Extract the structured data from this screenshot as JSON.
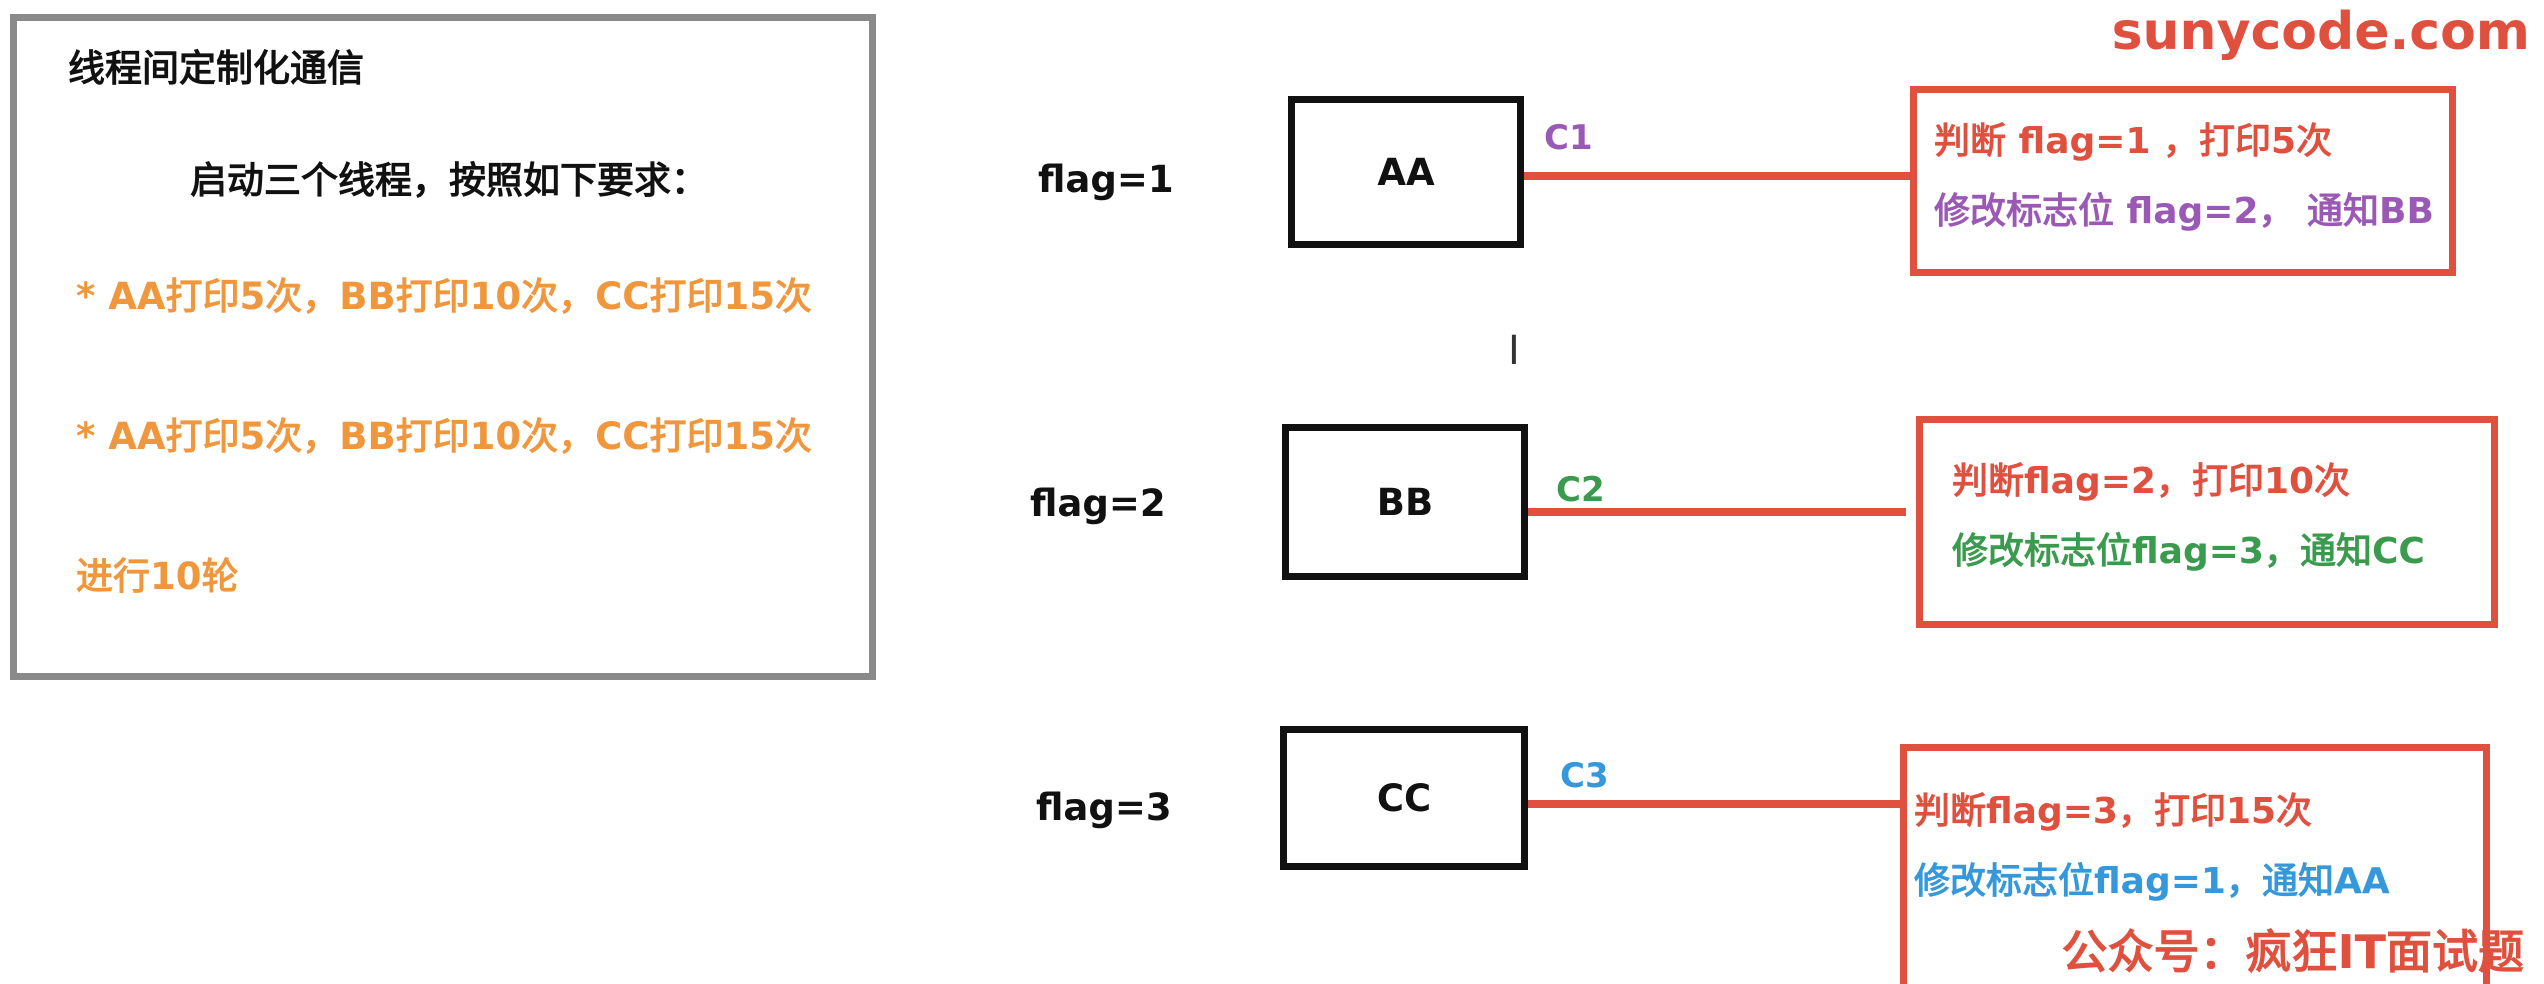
{
  "watermark_top": "sunycode.com",
  "watermark_bottom": "公众号：疯狂IT面试题",
  "panel": {
    "title": "线程间定制化通信",
    "subtitle": "启动三个线程，按照如下要求：",
    "req1": "* AA打印5次，BB打印10次，CC打印15次",
    "req2": "* AA打印5次，BB打印10次，CC打印15次",
    "req3": "进行10轮"
  },
  "rows": [
    {
      "flag": "flag=1",
      "thread": "AA",
      "cond": "C1",
      "cond_color": "#9b59b6",
      "line1": "判断 flag=1 ，打印5次",
      "line2": "修改标志位 flag=2， 通知BB",
      "line2_color": "#9b59b6"
    },
    {
      "flag": "flag=2",
      "thread": "BB",
      "cond": "C2",
      "cond_color": "#3a9a4e",
      "line1": "判断flag=2，打印10次",
      "line2": "修改标志位flag=3，通知CC",
      "line2_color": "#3a9a4e"
    },
    {
      "flag": "flag=3",
      "thread": "CC",
      "cond": "C3",
      "cond_color": "#3498db",
      "line1": "判断flag=3，打印15次",
      "line2": "修改标志位flag=1，通知AA",
      "line2_color": "#3498db"
    }
  ],
  "colors": {
    "accent_red": "#e0503f",
    "orange_text": "#f0963c",
    "panel_border": "#8a8a8a"
  }
}
